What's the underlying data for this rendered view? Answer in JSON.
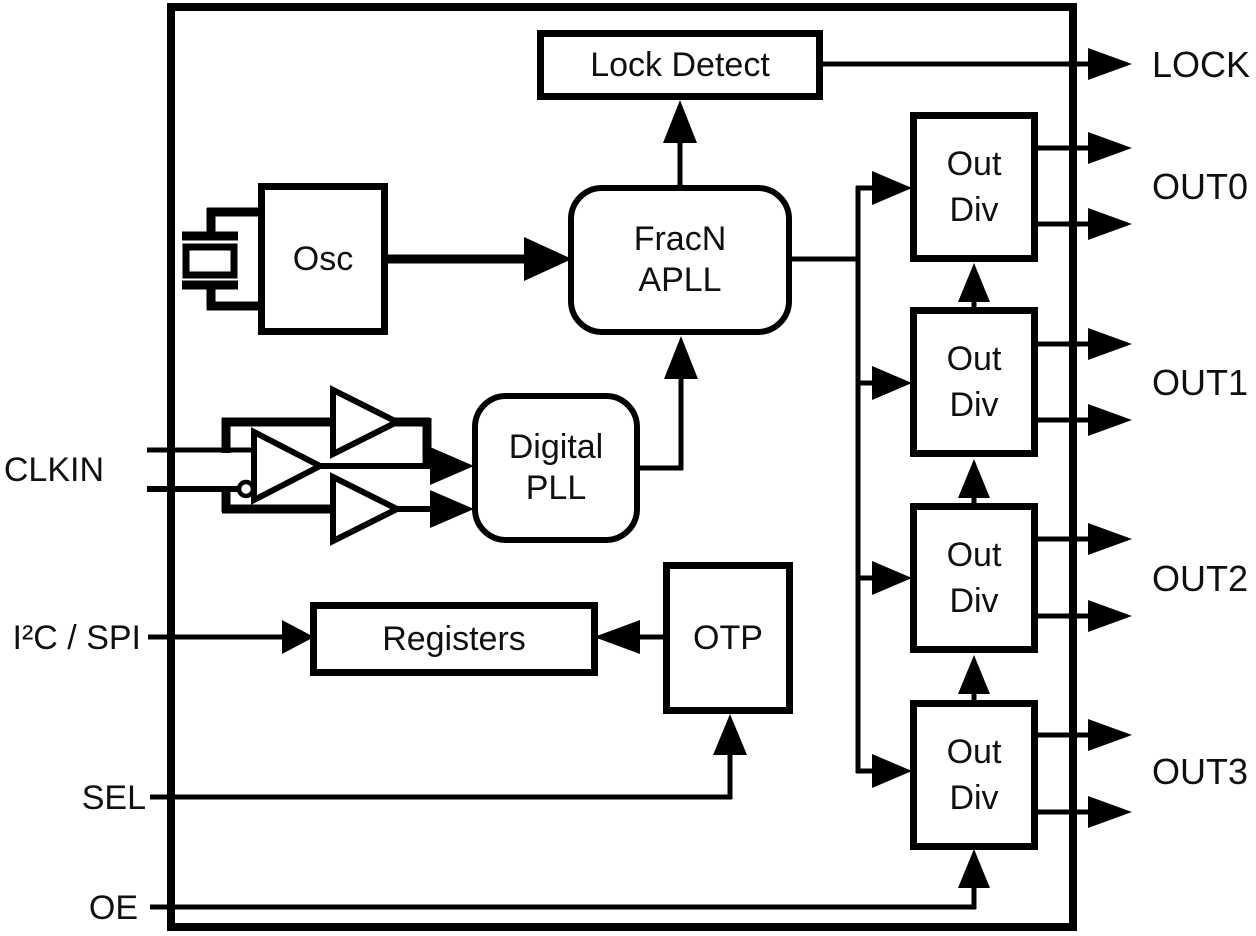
{
  "diagram": {
    "bg": "#ffffff",
    "ink": "#000000",
    "text": "#101010"
  },
  "blocks": {
    "lock_detect": {
      "label": "Lock Detect"
    },
    "osc": {
      "label": "Osc"
    },
    "fracn_apll": {
      "line1": "FracN",
      "line2": "APLL"
    },
    "digital_pll": {
      "line1": "Digital",
      "line2": "PLL"
    },
    "registers": {
      "label": "Registers"
    },
    "otp": {
      "label": "OTP"
    },
    "out_divs": [
      {
        "line1": "Out",
        "line2": "Div"
      },
      {
        "line1": "Out",
        "line2": "Div"
      },
      {
        "line1": "Out",
        "line2": "Div"
      },
      {
        "line1": "Out",
        "line2": "Div"
      }
    ]
  },
  "pins": {
    "clkin": "CLKIN",
    "i2c_spi": "I²C / SPI",
    "sel": "SEL",
    "oe": "OE",
    "lock": "LOCK",
    "out0": "OUT0",
    "out1": "OUT1",
    "out2": "OUT2",
    "out3": "OUT3"
  }
}
